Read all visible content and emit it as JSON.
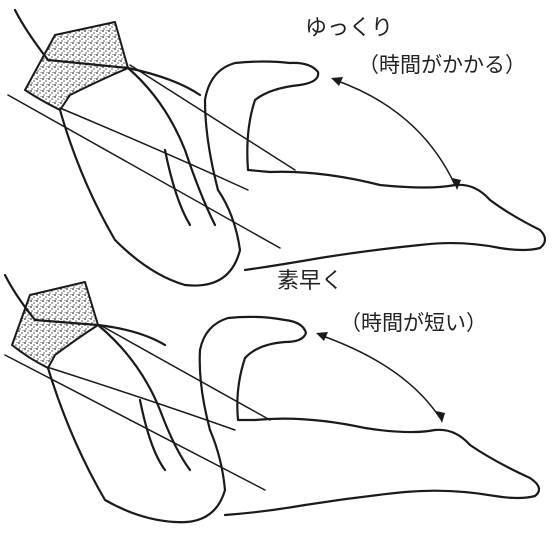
{
  "top_panel": {
    "heading": "ゆっくり",
    "note": "（時間がかかる）"
  },
  "bottom_panel": {
    "heading": "素早く",
    "note": "（時間が短い）"
  }
}
